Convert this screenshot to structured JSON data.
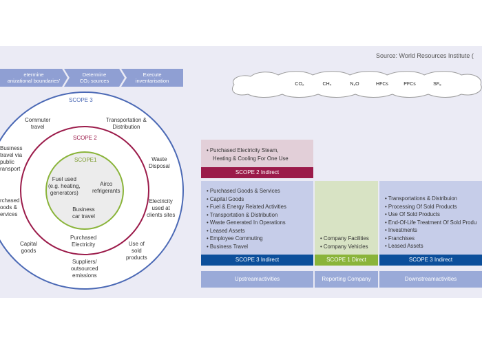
{
  "source": "Source: World Resources Institute (",
  "steps": [
    {
      "line1": "etermine",
      "line2": "anizational boundaries'"
    },
    {
      "line1": "Determine",
      "line2": "CO₂ sources"
    },
    {
      "line1": "Execute",
      "line2": "inventarisation"
    }
  ],
  "gases": [
    "CO₂",
    "CH₄",
    "N₂O",
    "HFCs",
    "PFCs",
    "SF₆"
  ],
  "scopes": {
    "scope3_title": "SCOPE 3",
    "scope2_title": "SCOPE 2",
    "scope1_title": "SCOPE1",
    "outer": {
      "commuter": [
        "Commuter",
        "travel"
      ],
      "transport": [
        "Transportation &",
        "Distribution"
      ],
      "business": [
        "Business",
        "travel via",
        "public",
        "ransport"
      ],
      "waste": [
        "Waste",
        "Disposal"
      ],
      "purchased_goods": [
        "rchased",
        "oods &",
        "ervices"
      ],
      "electricity_clients": [
        "Electricity",
        "used at",
        "clients sites"
      ],
      "capital": [
        "Capital",
        "goods"
      ],
      "use_sold": [
        "Use of",
        "sold",
        "products"
      ],
      "suppliers": [
        "Suppliers/",
        "outsourced",
        "emissions"
      ]
    },
    "middle": {
      "purchased_electricity": [
        "Purchased",
        "Electricity"
      ]
    },
    "inner": {
      "fuel": [
        "Fuel used",
        "(e.g. heating,",
        "generators)"
      ],
      "airco": [
        "Airco",
        "refrigerants"
      ],
      "car": [
        "Business",
        "car travel"
      ]
    }
  },
  "scope2_box": {
    "items": [
      "Purchased Electricity Steam,",
      "Heating & Cooling For One Use"
    ],
    "label": "SCOPE 2 Indirect"
  },
  "upstream_box": {
    "items": [
      "Purchased Goods & Services",
      "Capital Goods",
      "Fuel & Energy Related Activities",
      "Transportation & Distribution",
      "Waste Generated In Operations",
      "Leased Assets",
      "Employee Commuting",
      "Business Travel"
    ],
    "label": "SCOPE 3 Indirect"
  },
  "direct_box": {
    "items": [
      "Company Facilities",
      "Company Vehicles"
    ],
    "label": "SCOPE 1 Direct"
  },
  "downstream_box": {
    "items": [
      "Transportations & Distribuion",
      "Processing Of Sold Products",
      "Use Of Sold Products",
      "End-Of-Life Treatment Of Sold Produ",
      "Investments",
      "Franchises",
      "Leased Assets"
    ],
    "label": "SCOPE 3 Indirect"
  },
  "footer": [
    "Upstreamactivities",
    "Reporting Company",
    "Downstreamactivities"
  ],
  "colors": {
    "scope3": "#4b69b5",
    "scope2": "#9b1b4a",
    "scope1": "#8ab43a",
    "scope3_bar": "#0c4f9b",
    "step": "#8f9fd3"
  }
}
